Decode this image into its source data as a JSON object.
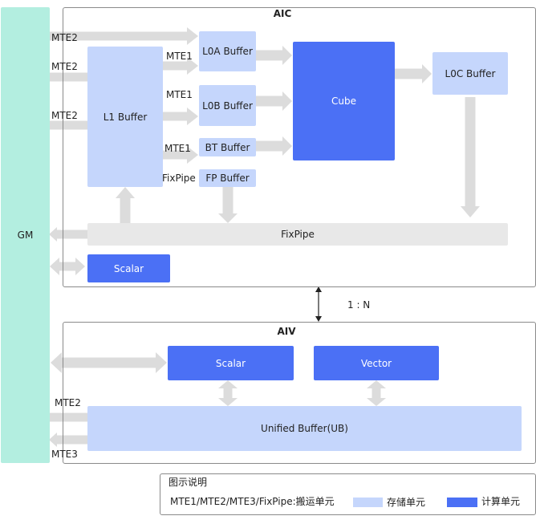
{
  "gm_label": "GM",
  "aic": {
    "title": "AIC",
    "l1_buffer": "L1 Buffer",
    "l0a_buffer": "L0A Buffer",
    "l0b_buffer": "L0B Buffer",
    "bt_buffer": "BT Buffer",
    "fp_buffer": "FP Buffer",
    "cube": "Cube",
    "l0c_buffer": "L0C Buffer",
    "fixpipe_bar": "FixPipe",
    "scalar": "Scalar",
    "labels": {
      "mte2_top": "MTE2",
      "mte2_mid": "MTE2",
      "mte2_low": "MTE2",
      "mte1_l0a": "MTE1",
      "mte1_l0b": "MTE1",
      "mte1_bt": "MTE1",
      "fixpipe_fp": "FixPipe"
    }
  },
  "ratio_label": "1 : N",
  "aiv": {
    "title": "AIV",
    "scalar": "Scalar",
    "vector": "Vector",
    "unified_buffer": "Unified Buffer(UB)",
    "mte2": "MTE2",
    "mte3": "MTE3"
  },
  "legend": {
    "title": "图示说明",
    "transfer_text": "MTE1/MTE2/MTE3/FixPipe:搬运单元",
    "storage_text": "存储单元",
    "compute_text": "计算单元"
  },
  "colors": {
    "gm": "#b3eee0",
    "storage": "#c5d6fc",
    "compute": "#4b70f5",
    "arrow": "#dcdcdc",
    "frame": "#8a8a8a",
    "fixpipe_bar": "#e8e8e8"
  }
}
